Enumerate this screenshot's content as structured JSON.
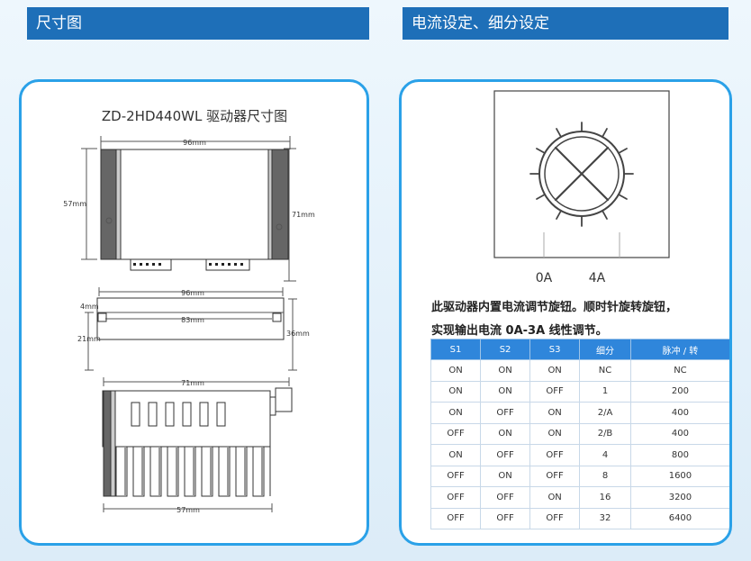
{
  "headers": {
    "left": "尺寸图",
    "right": "电流设定、细分设定"
  },
  "dimension_diagram": {
    "title": "ZD-2HD440WL 驱动器尺寸图",
    "top_view": {
      "width_label": "96mm",
      "height_label_left": "57mm",
      "height_label_right": "71mm"
    },
    "side_view": {
      "width_label_outer": "96mm",
      "width_label_inner": "83mm",
      "label_4": "4mm",
      "label_21": "21mm",
      "label_36": "36mm"
    },
    "heatsink_view": {
      "width_top": "71mm",
      "width_bottom": "57mm"
    }
  },
  "knob": {
    "label_min": "0A",
    "label_max": "4A"
  },
  "description": {
    "line1": "此驱动器内置电流调节旋钮。顺时针旋转旋钮，",
    "line2": "实现输出电流 0A-3A 线性调节。"
  },
  "settings_table": {
    "columns": [
      "S1",
      "S2",
      "S3",
      "细分",
      "脉冲 / 转"
    ],
    "rows": [
      [
        "ON",
        "ON",
        "ON",
        "NC",
        "NC"
      ],
      [
        "ON",
        "ON",
        "OFF",
        "1",
        "200"
      ],
      [
        "ON",
        "OFF",
        "ON",
        "2/A",
        "400"
      ],
      [
        "OFF",
        "ON",
        "ON",
        "2/B",
        "400"
      ],
      [
        "ON",
        "OFF",
        "OFF",
        "4",
        "800"
      ],
      [
        "OFF",
        "ON",
        "OFF",
        "8",
        "1600"
      ],
      [
        "OFF",
        "OFF",
        "ON",
        "16",
        "3200"
      ],
      [
        "OFF",
        "OFF",
        "OFF",
        "32",
        "6400"
      ]
    ]
  },
  "colors": {
    "header_bg": "#1e6fb8",
    "panel_border": "#2aa1e8",
    "table_header_bg": "#2f86db"
  }
}
